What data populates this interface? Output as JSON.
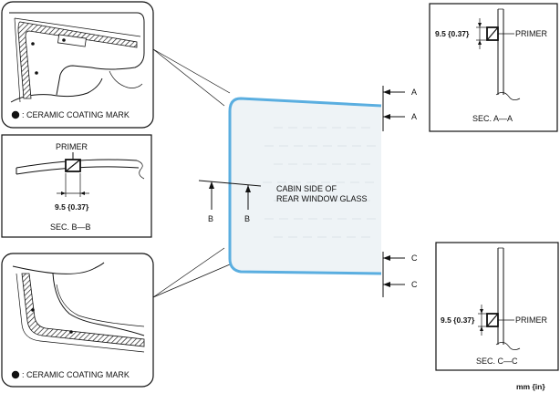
{
  "labels": {
    "ceramic_mark_top": ": CERAMIC COATING MARK",
    "ceramic_mark_bottom": ": CERAMIC COATING MARK",
    "primer_bb": "PRIMER",
    "dim_bb": "9.5 {0.37}",
    "sec_bb": "SEC. B—B",
    "primer_aa": "PRIMER",
    "dim_aa": "9.5 {0.37}",
    "sec_aa": "SEC. A—A",
    "primer_cc": "PRIMER",
    "dim_cc": "9.5 {0.37}",
    "sec_cc": "SEC. C—C",
    "cabin_line1": "CABIN SIDE OF",
    "cabin_line2": "REAR WINDOW GLASS",
    "arrow_a_top": "A",
    "arrow_a_bottom": "A",
    "arrow_b_left": "B",
    "arrow_b_right": "B",
    "arrow_c_top": "C",
    "arrow_c_bottom": "C",
    "units": "mm {in}"
  },
  "colors": {
    "primer_outline": "#5aaee0",
    "glass_fill": "#eef3f6"
  }
}
